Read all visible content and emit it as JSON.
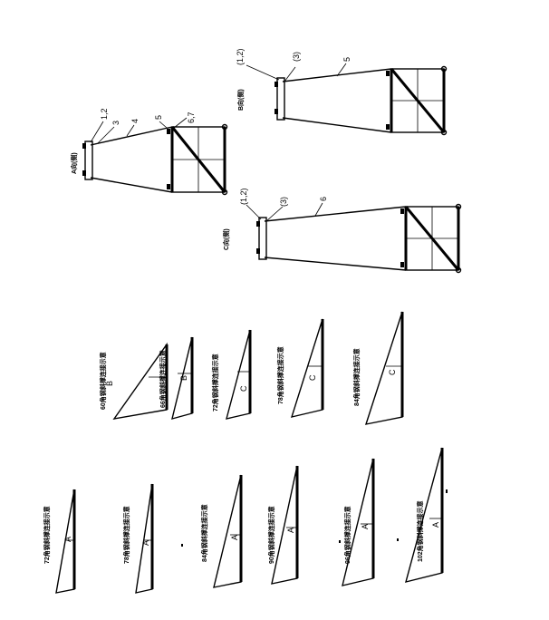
{
  "elevations": {
    "a": {
      "caption": "A向(侧)",
      "callouts": [
        "1,2",
        "3",
        "4",
        "5",
        "6,7"
      ]
    },
    "b": {
      "caption": "B向(侧)",
      "callouts": [
        "(1,2)",
        "(3)",
        "5"
      ]
    },
    "c": {
      "caption": "C向(侧)",
      "callouts": [
        "(1,2)",
        "(3)",
        "6"
      ]
    }
  },
  "middle_row": [
    {
      "caption": "60角钢斜撑连接示意",
      "mark": "B"
    },
    {
      "caption": "66角钢斜撑连接示意",
      "mark": "B"
    },
    {
      "caption": "72角钢斜撑连接示意",
      "mark": "C"
    },
    {
      "caption": "78角钢斜撑连接示意",
      "mark": "C"
    },
    {
      "caption": "84角钢斜撑连接示意",
      "mark": "C"
    }
  ],
  "bottom_row": [
    {
      "caption": "72角钢斜撑连接示意",
      "mark": "A"
    },
    {
      "caption": "78角钢斜撑连接示意",
      "mark": "A"
    },
    {
      "caption": "84角钢斜撑连接示意",
      "mark": "A"
    },
    {
      "caption": "90角钢斜撑连接示意",
      "mark": "A"
    },
    {
      "caption": "96角钢斜撑连接示意",
      "mark": "A"
    },
    {
      "caption": "102角钢斜撑连接示意",
      "mark": "A"
    }
  ]
}
